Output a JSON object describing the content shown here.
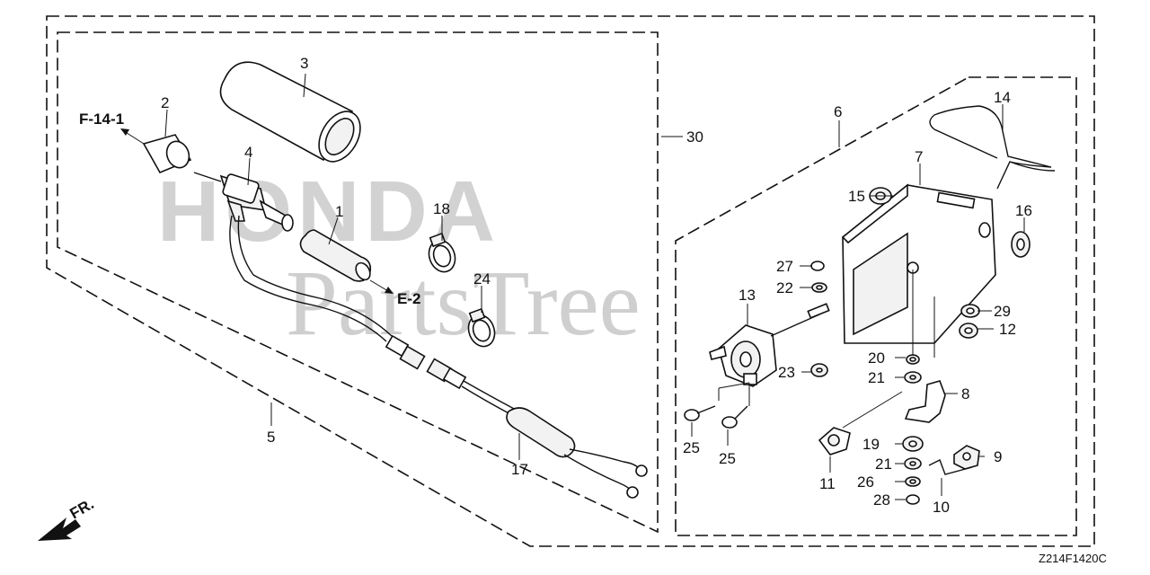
{
  "watermarks": {
    "brand": "HONDA",
    "site": "PartsTree"
  },
  "references": {
    "f14": "F-14-1",
    "e2": "E-2"
  },
  "diagram_code": "Z214F1420C",
  "front_label": "FR.",
  "callouts": {
    "c1": "1",
    "c2": "2",
    "c3": "3",
    "c4": "4",
    "c5": "5",
    "c6": "6",
    "c7": "7",
    "c8": "8",
    "c9": "9",
    "c10": "10",
    "c11": "11",
    "c12": "12",
    "c13": "13",
    "c14": "14",
    "c15": "15",
    "c16": "16",
    "c17": "17",
    "c18": "18",
    "c19": "19",
    "c20": "20",
    "c21a": "21",
    "c21b": "21",
    "c22": "22",
    "c23": "23",
    "c24": "24",
    "c25a": "25",
    "c25b": "25",
    "c26": "26",
    "c27": "27",
    "c28": "28",
    "c29": "29",
    "c30": "30"
  },
  "colors": {
    "line": "#111111",
    "watermark": "#d0d0d0",
    "background": "#ffffff"
  }
}
